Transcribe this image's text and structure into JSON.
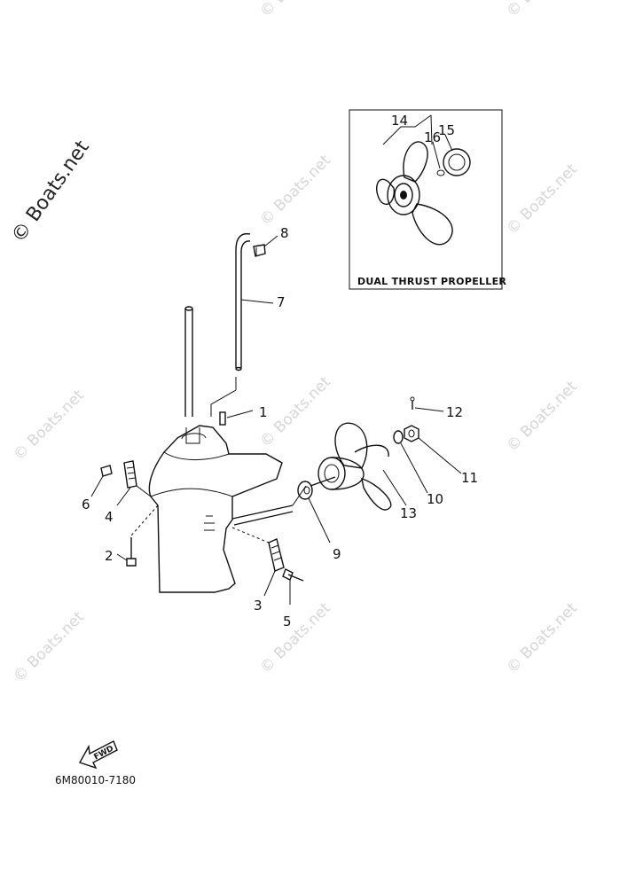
{
  "watermark": {
    "main": "© Boats.net",
    "repeat": "© Boats.net"
  },
  "inset": {
    "title": "DUAL THRUST PROPELLER",
    "callouts": [
      "14",
      "16",
      "15"
    ]
  },
  "callouts": {
    "c1": "1",
    "c2": "2",
    "c3": "3",
    "c4": "4",
    "c5": "5",
    "c6": "6",
    "c7": "7",
    "c8": "8",
    "c9": "9",
    "c10": "10",
    "c11": "11",
    "c12": "12",
    "c13": "13"
  },
  "fwd_label": "FWD",
  "diagram_code": "6M80010-7180"
}
